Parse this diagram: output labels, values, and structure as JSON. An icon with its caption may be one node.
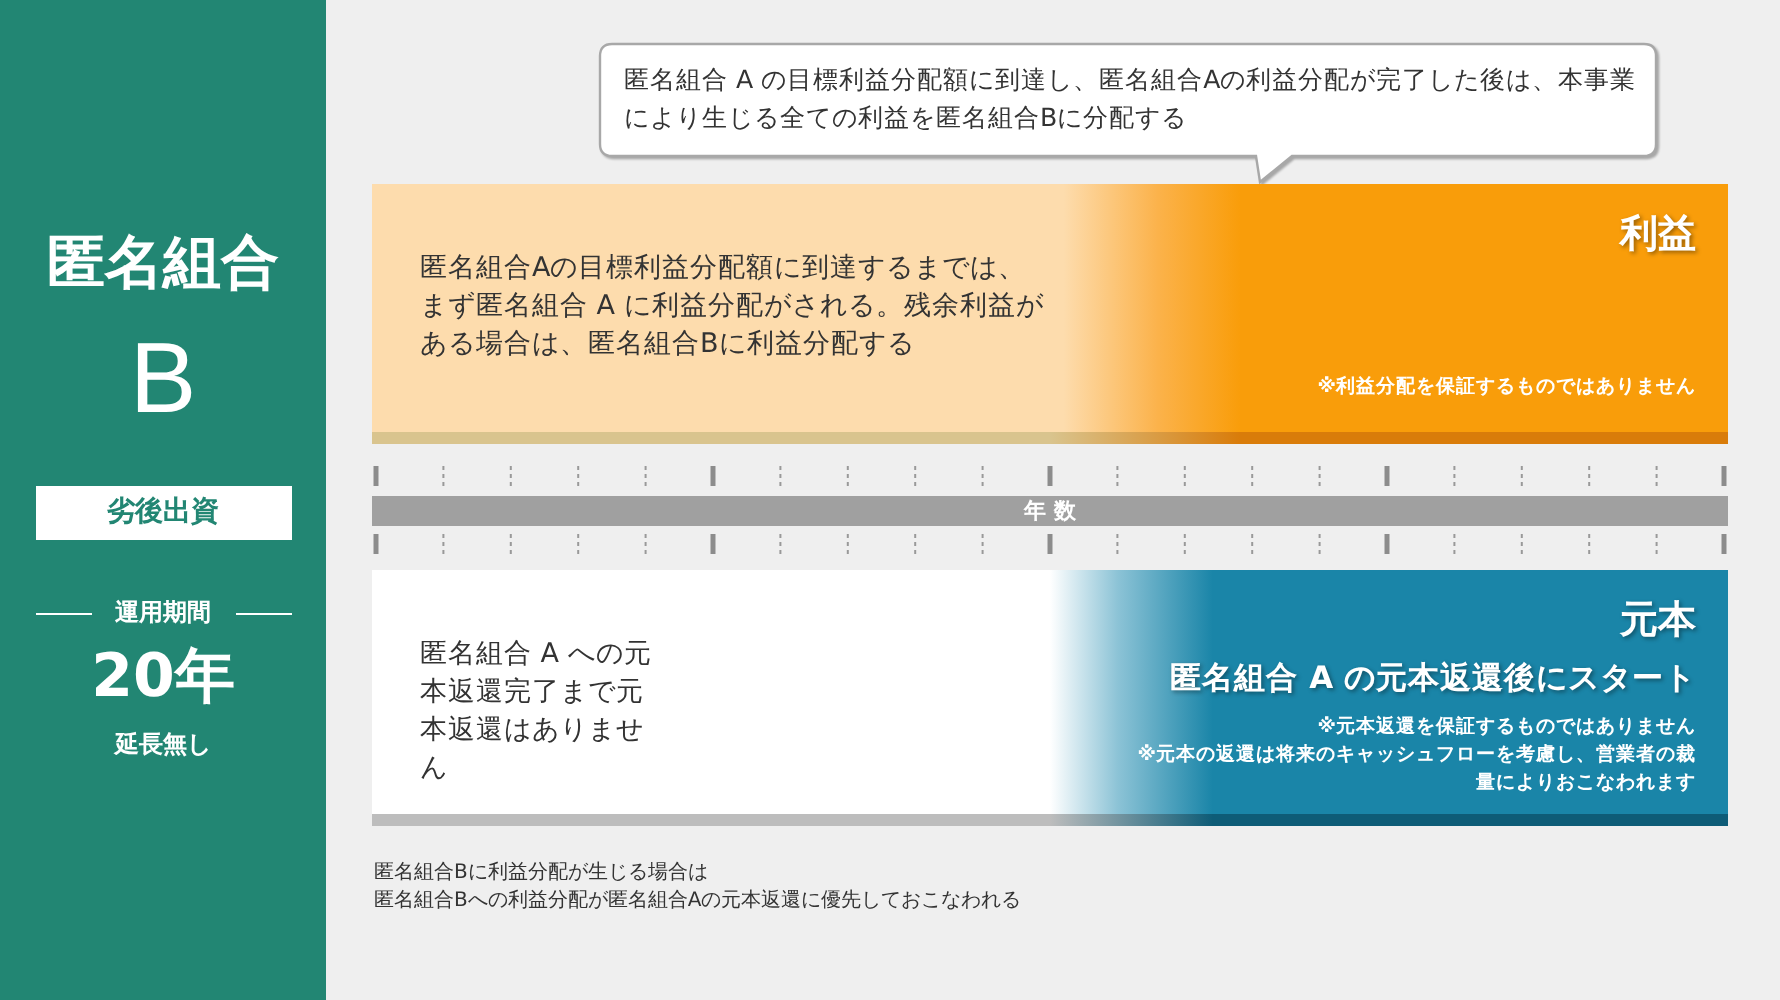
{
  "diagram": {
    "nodes": [
      {
        "text": [
          "匿名組合",
          "B",
          "運用期間",
          "20年",
          "延長無し"
        ]
      },
      {
        "text": [
          "劣後出資"
        ],
        "in": 0
      },
      {
        "text": [
          "匿名組合 A の目標利益分配額に到達し、匿名組合Aの利益分配が完了した後は、本事業により生じる全ての利益を匿名組合Bに分配する"
        ]
      },
      {
        "text": [
          "利益",
          "匿名組合Aの目標利益分配額に到達するまでは、まず匿名組合 A に利益分配がされる。残余利益がある場合は、匿名組合Bに利益分配する",
          "※利益分配を保証するものではありません"
        ]
      },
      {
        "text": [
          "年 数"
        ]
      },
      {
        "text": [
          "元本",
          "匿名組合 A の元本返還後にスタート",
          "※元本返還を保証するものではありません",
          "※元本の返還は将来のキャッシュフローを考慮し、営業者の裁量によりおこなわれます",
          "匿名組合 A への元本返還完了まで元本返還はありません"
        ]
      }
    ],
    "labels": [
      "匿名組合Bに利益分配が生じる場合は",
      "匿名組合Bへの利益分配が匿名組合Aの元本返還に優先しておこなわれる"
    ]
  }
}
